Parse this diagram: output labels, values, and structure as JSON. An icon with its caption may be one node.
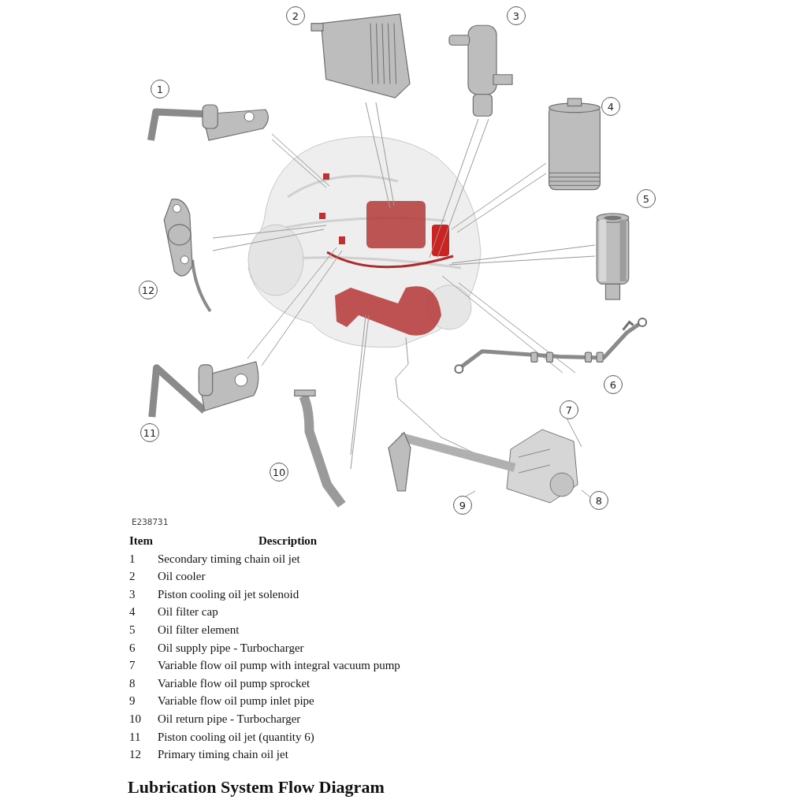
{
  "diagram": {
    "caption": "Lubrication System Flow Diagram",
    "nodes": [
      {
        "text": [],
        "shape": "picture"
      },
      {
        "text": [],
        "shape": "picture"
      },
      {
        "text": [],
        "shape": "picture"
      },
      {
        "text": [],
        "shape": "picture"
      },
      {
        "text": [],
        "shape": "picture"
      },
      {
        "text": [],
        "shape": "picture"
      },
      {
        "text": [],
        "shape": "picture"
      },
      {
        "text": [],
        "shape": "picture"
      },
      {
        "text": [],
        "shape": "picture"
      },
      {
        "text": [
          "7"
        ]
      },
      {
        "text": [],
        "shape": "picture"
      },
      {
        "text": [
          "8"
        ]
      },
      {
        "text": [],
        "shape": "picture"
      },
      {
        "text": [
          "9"
        ]
      },
      {
        "text": [
          "1"
        ]
      },
      {
        "text": [
          "2"
        ]
      },
      {
        "text": [
          "3"
        ]
      },
      {
        "text": [
          "4"
        ]
      },
      {
        "text": [
          "5"
        ]
      },
      {
        "text": [
          "12"
        ]
      },
      {
        "text": [
          "6"
        ]
      },
      {
        "text": [
          "11"
        ]
      },
      {
        "text": [
          "10"
        ]
      }
    ],
    "edges": [
      {
        "from": 0,
        "to": null,
        "arrow": "none"
      },
      {
        "from": 0,
        "to": null,
        "arrow": "none"
      },
      {
        "from": 1,
        "to": null,
        "arrow": "none"
      },
      {
        "from": 1,
        "to": null,
        "arrow": "none"
      },
      {
        "from": 2,
        "to": null,
        "arrow": "none"
      },
      {
        "from": 2,
        "to": null,
        "arrow": "none"
      },
      {
        "from": 3,
        "to": null,
        "arrow": "none"
      },
      {
        "from": 3,
        "to": null,
        "arrow": "none"
      },
      {
        "from": 4,
        "to": null,
        "arrow": "none"
      },
      {
        "from": 4,
        "to": null,
        "arrow": "none"
      },
      {
        "from": 5,
        "to": null,
        "arrow": "none"
      },
      {
        "from": 5,
        "to": null,
        "arrow": "none"
      },
      {
        "from": 6,
        "to": null,
        "arrow": "none"
      },
      {
        "from": 6,
        "to": null,
        "arrow": "none"
      },
      {
        "from": 7,
        "to": null,
        "arrow": "none"
      },
      {
        "from": 7,
        "to": null,
        "arrow": "none"
      },
      {
        "from": 8,
        "to": null,
        "arrow": "none"
      },
      {
        "from": 8,
        "to": null,
        "arrow": "none"
      },
      {
        "from": null,
        "to": 10,
        "arrow": "none"
      },
      {
        "from": 9,
        "to": 10,
        "arrow": "none"
      },
      {
        "from": 11,
        "to": 10,
        "arrow": "none"
      },
      {
        "from": 13,
        "to": 12,
        "arrow": "none"
      }
    ],
    "labels": [
      "E238731",
      "Item",
      "Description",
      "1",
      "Secondary timing chain oil jet",
      "2",
      "Oil cooler",
      "3",
      "Piston cooling oil jet solenoid",
      "4",
      "Oil filter cap",
      "5",
      "Oil filter element",
      "6",
      "Oil supply pipe - Turbocharger",
      "7",
      "Variable flow oil pump with integral vacuum pump",
      "8",
      "Variable flow oil pump sprocket",
      "9",
      "Variable flow oil pump inlet pipe",
      "10",
      "Oil return pipe - Turbocharger",
      "11",
      "Piston cooling oil jet (quantity 6)",
      "12",
      "Primary timing chain oil jet"
    ]
  }
}
